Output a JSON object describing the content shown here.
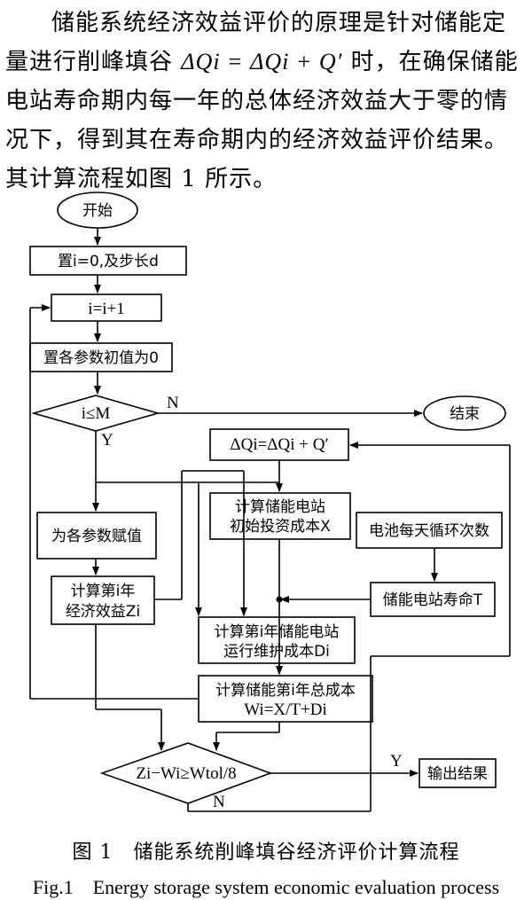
{
  "paragraph": {
    "before_formula": "储能系统经济效益评价的原理是针对储能定量进行削峰填谷",
    "formula": "ΔQi = ΔQi + Q′",
    "after_formula": "时，在确保储能电站寿命期内每一年的总体经济效益大于零的情况下，得到其在寿命期内的经济效益评价结果。其计算流程如图 1 所示。"
  },
  "flowchart": {
    "start": "开始",
    "init": "置i=0,及步长d",
    "increment": "i=i+1",
    "reset_params": "置各参数初值为0",
    "loop_check": "i≤M",
    "yes": "Y",
    "no": "N",
    "end": "结束",
    "delta_q": "ΔQi=ΔQi + Q′",
    "assign_params": "为各参数赋值",
    "invest_cost_l1": "计算储能电站",
    "invest_cost_l2": "初始投资成本X",
    "battery_cycles": "电池每天循环次数",
    "benefit_l1": "计算第i年",
    "benefit_l2": "经济效益Zi",
    "station_life": "储能电站寿命T",
    "om_cost_l1": "计算第i年储能电站",
    "om_cost_l2": "运行维护成本Di",
    "total_cost_l1": "计算储能第i年总成本",
    "total_cost_l2": "Wi=X/T+Di",
    "decision": "Zi−Wi≥Wtol/8",
    "decision_yes": "Y",
    "decision_no": "N",
    "output": "输出结果"
  },
  "caption": {
    "cn": "图 1　储能系统削峰填谷经济评价计算流程",
    "en": "Fig.1　Energy storage system economic evaluation process"
  }
}
